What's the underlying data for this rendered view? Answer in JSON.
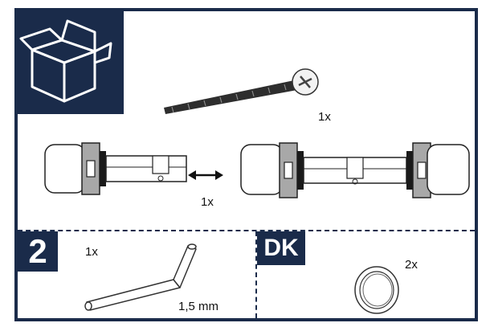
{
  "main_kit": {
    "screw_quantity": "1x",
    "cylinder_quantity": "1x"
  },
  "section_2": {
    "number": "2",
    "tool_quantity": "1x",
    "tool_size": "1,5 mm"
  },
  "section_dk": {
    "code": "DK",
    "ring_quantity": "2x"
  },
  "colors": {
    "navy": "#1a2b4a",
    "collar_gray": "#a8a8a8"
  }
}
